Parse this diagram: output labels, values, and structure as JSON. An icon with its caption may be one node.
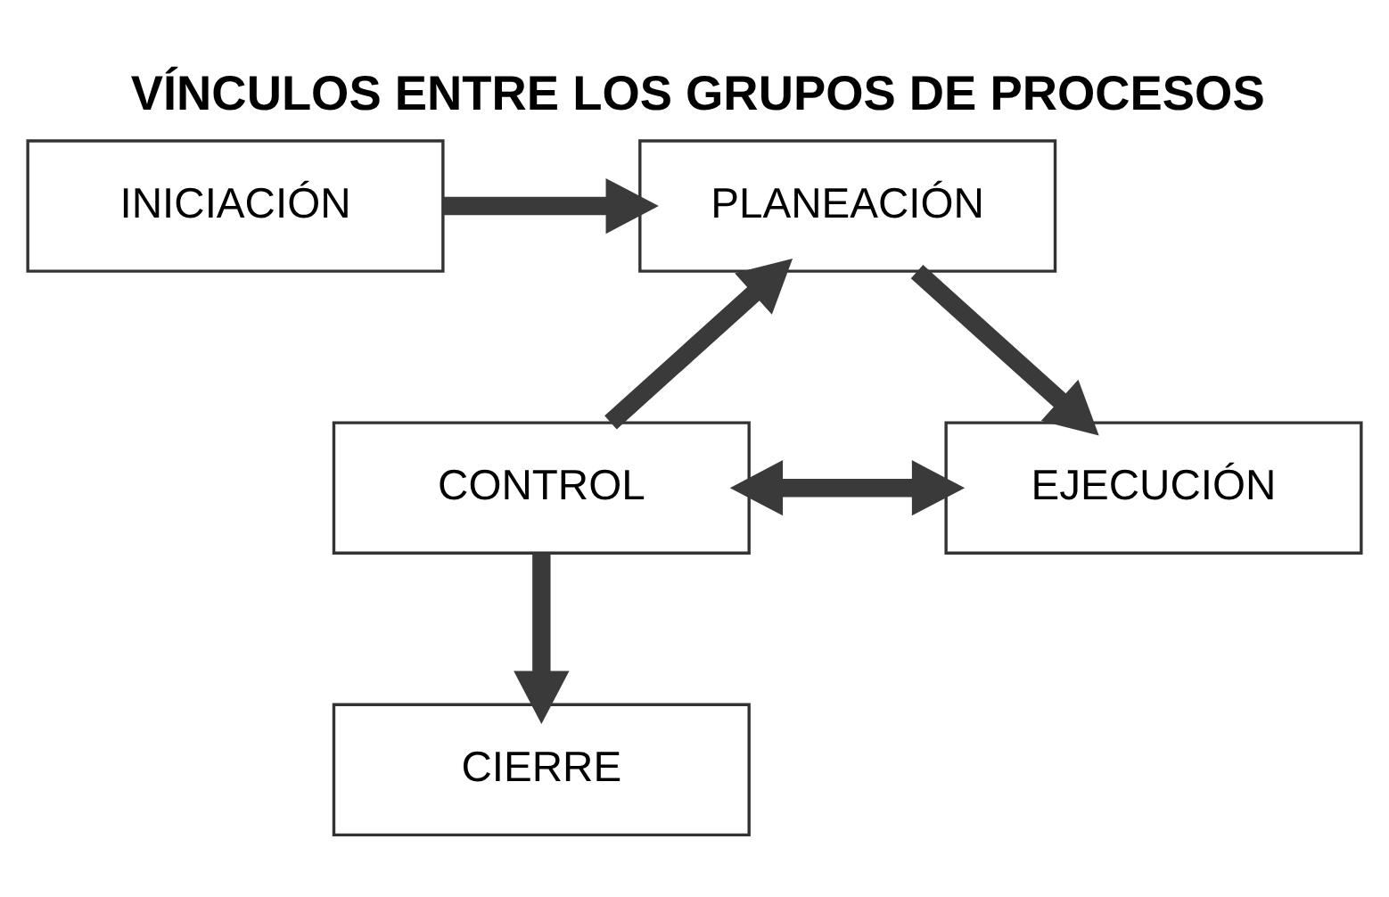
{
  "diagram": {
    "title": "VÍNCULOS ENTRE LOS GRUPOS DE PROCESOS",
    "nodes": [
      {
        "text": [
          "INICIACIÓN"
        ]
      },
      {
        "text": [
          "PLANEACIÓN"
        ]
      },
      {
        "text": [
          "CONTROL"
        ]
      },
      {
        "text": [
          "EJECUCIÓN"
        ]
      },
      {
        "text": [
          "CIERRE"
        ]
      }
    ],
    "edges": [
      {
        "from": 0,
        "to": 1,
        "arrow": "to"
      },
      {
        "from": 1,
        "to": 3,
        "arrow": "to"
      },
      {
        "from": 2,
        "to": 1,
        "arrow": "to"
      },
      {
        "from": 2,
        "to": 3,
        "arrow": "both"
      },
      {
        "from": 2,
        "to": 4,
        "arrow": "to"
      }
    ]
  }
}
